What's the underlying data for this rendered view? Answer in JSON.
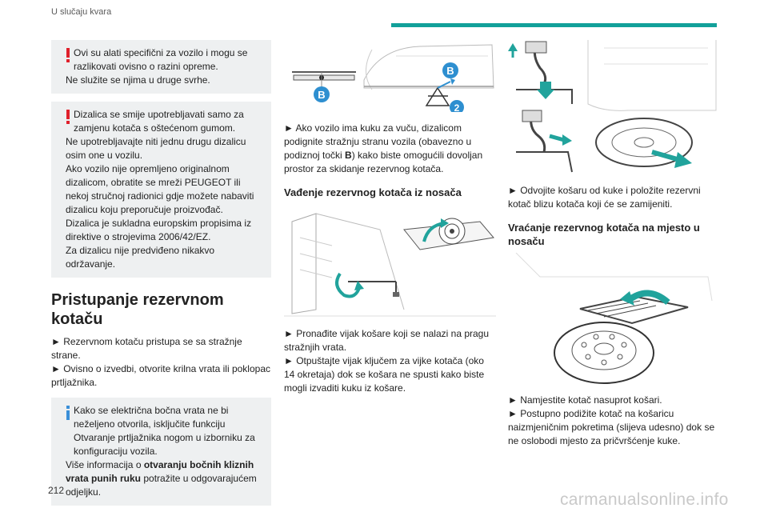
{
  "header": {
    "section": "U slučaju kvara",
    "page_number": "212",
    "watermark": "carmanualsonline.info",
    "accent_color": "#12a09a"
  },
  "col1": {
    "warn1": {
      "line1": "Ovi su alati specifični za vozilo i mogu se razlikovati ovisno o razini opreme.",
      "line2": "Ne služite se njima u druge svrhe."
    },
    "warn2": {
      "line1": "Dizalica se smije upotrebljavati samo za zamjenu kotača s oštećenom gumom.",
      "line2": "Ne upotrebljavajte niti jednu drugu dizalicu osim one u vozilu.",
      "line3": "Ako vozilo nije opremljeno originalnom dizalicom, obratite se mreži PEUGEOT ili nekoj stručnoj radionici gdje možete nabaviti dizalicu koju preporučuje proizvođač.",
      "line4": "Dizalica je sukladna europskim propisima iz direktive o strojevima 2006/42/EZ.",
      "line5": "Za dizalicu nije predviđeno nikakvo održavanje."
    },
    "heading": "Pristupanje rezervnom kotaču",
    "step1": "► Rezervnom kotaču pristupa se sa stražnje strane.",
    "step2": "► Ovisno o izvedbi, otvorite krilna vrata ili poklopac prtljažnika.",
    "info": {
      "line1": "Kako se električna bočna vrata ne bi neželjeno otvorila, isključite funkciju Otvaranje prtljažnika nogom u izborniku za konfiguraciju vozila.",
      "line2_a": "Više informacija o ",
      "line2_b": "otvaranju bočnih kliznih vrata punih ruku",
      "line2_c": " potražite u odgovarajućem odjeljku."
    }
  },
  "col2": {
    "fig_labels": {
      "b1": "B",
      "b2": "B",
      "n2": "2"
    },
    "step1_a": "► Ako vozilo ima kuku za vuču, dizalicom podignite stražnju stranu vozila (obavezno u podiznoj točki ",
    "step1_b": "B",
    "step1_c": ") kako biste omogućili dovoljan prostor za skidanje rezervnog kotača.",
    "heading": "Vađenje rezervnog kotača iz nosača",
    "step2": "► Pronađite vijak košare koji se nalazi na pragu stražnjih vrata.",
    "step3": "► Otpuštajte vijak ključem za vijke kotača (oko 14 okretaja) dok se košara ne spusti kako biste mogli izvaditi kuku iz košare."
  },
  "col3": {
    "step1": "► Odvojite košaru od kuke i položite rezervni kotač blizu kotača koji će se zamijeniti.",
    "heading": "Vraćanje rezervnog kotača na mjesto u nosaču",
    "step2": "► Namjestite kotač nasuprot košari.",
    "step3": "► Postupno podižite kotač na košaricu naizmjeničnim pokretima (slijeva udesno) dok se ne oslobodi mjesto za pričvršćenje kuke."
  },
  "colors": {
    "warning": "#e0202b",
    "info": "#3a8fd8",
    "badge": "#2e8fd0",
    "arrow": "#21a39c"
  }
}
